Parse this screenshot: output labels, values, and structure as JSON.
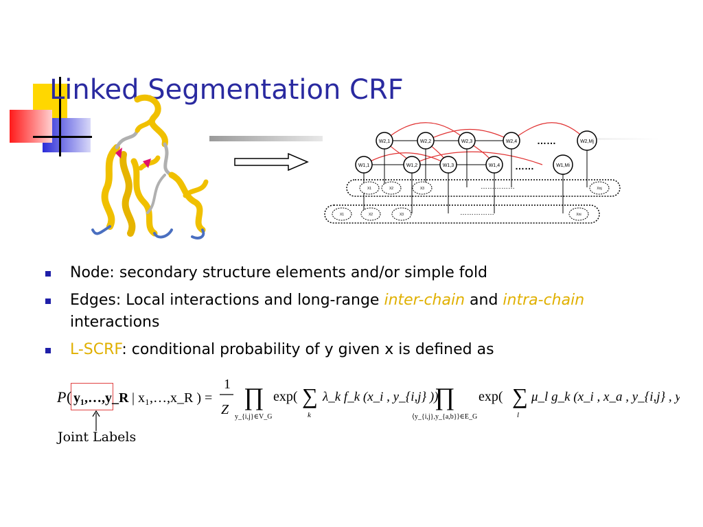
{
  "slide": {
    "title": "Linked Segmentation CRF",
    "bullets": [
      {
        "parts": [
          {
            "text": "Node: secondary structure elements and/or simple fold",
            "style": "normal"
          }
        ]
      },
      {
        "parts": [
          {
            "text": "Edges: Local interactions and long-range ",
            "style": "normal"
          },
          {
            "text": "inter-chain",
            "style": "highlight"
          },
          {
            "text": " and ",
            "style": "normal"
          },
          {
            "text": "intra-chain",
            "style": "highlight"
          },
          {
            "text": " interactions",
            "style": "normal"
          }
        ]
      },
      {
        "parts": [
          {
            "text": "L-SCRF",
            "style": "highlight-plain"
          },
          {
            "text": ": conditional probability of y given  x is defined as",
            "style": "normal"
          }
        ]
      }
    ],
    "joint_label": "Joint Labels",
    "colors": {
      "title": "#2a2aa0",
      "highlight": "#e0b000",
      "bullet": "#1f1fa8",
      "box": "#e04040"
    }
  },
  "diagram": {
    "top_nodes": [
      "W2,1",
      "W2,2",
      "W2,3",
      "W2,4",
      "W2,Mj"
    ],
    "bottom_nodes": [
      "W1,1",
      "W1,2",
      "W1,3",
      "W1,4",
      "W1,Mi"
    ],
    "row2_obs": [
      "X1",
      "X2",
      "X3",
      "Xnj"
    ],
    "row1_obs": [
      "X1",
      "X2",
      "X3",
      "Xni"
    ],
    "ellipsis_top": "……",
    "ellipsis_bottom": "……",
    "dots_row2": "……………",
    "dots_row1": "……………"
  },
  "formula": {
    "lhs_P": "P",
    "joint_vars": "y₁,…,y_R",
    "given": "| x₁,…,x_R ) =",
    "frac_num": "1",
    "frac_den": "Z",
    "prod1_sub": "y_{i,j}∈V_G",
    "exp1": "exp(",
    "sum1_sub": "k",
    "term1": "λ_k f_k (x_i , y_{i,j} ))",
    "prod2_sub": "⟨y_{i,j},y_{a,b}⟩∈E_G",
    "exp2": "exp(",
    "sum2_sub": "l",
    "term2": "μ_l g_k (x_i , x_a , y_{i,j} , y_{a,b} ))"
  }
}
